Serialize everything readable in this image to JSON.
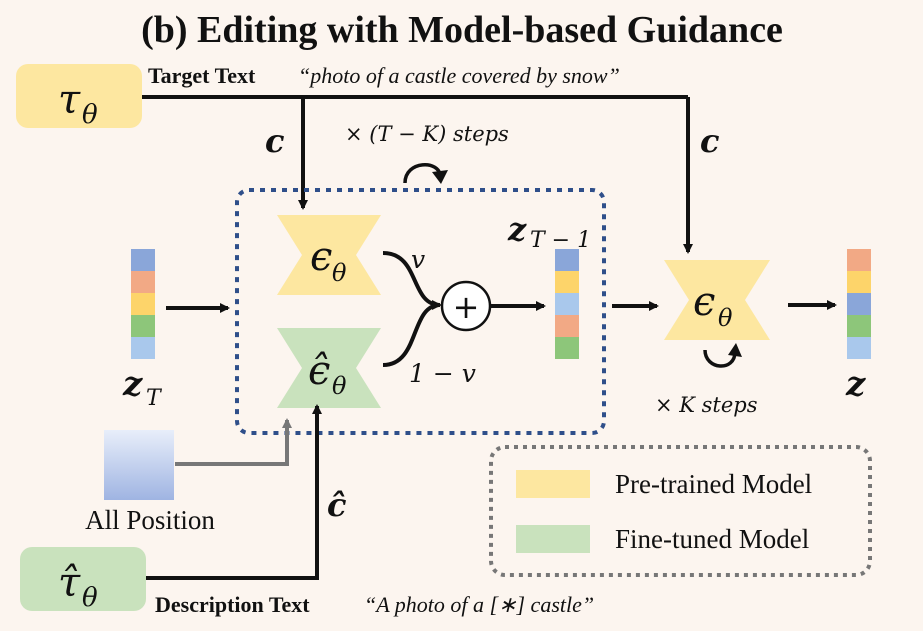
{
  "title": "(b) Editing with Model-based Guidance",
  "target": {
    "encoder_symbol": "τ",
    "encoder_subscript": "θ",
    "label": "Target Text",
    "prompt": "“photo of a castle covered by snow”",
    "condition_symbol": "c"
  },
  "description": {
    "encoder_symbol": "τ̂",
    "encoder_subscript": "θ",
    "label": "Description Text",
    "prompt": "“A photo of a [∗] castle”",
    "condition_symbol": "ĉ"
  },
  "loop_steps": "× (T − K) steps",
  "final_steps": "× K steps",
  "pretrained_unet": {
    "symbol": "ϵ",
    "subscript": "θ"
  },
  "finetuned_unet": {
    "symbol": "ϵ̂",
    "subscript": "θ"
  },
  "final_unet": {
    "symbol": "ϵ",
    "subscript": "θ"
  },
  "weight_top": "v",
  "weight_bottom": "1 − v",
  "sum_symbol": "+",
  "latent_start": {
    "symbol": "z",
    "subscript": "T"
  },
  "latent_mid": {
    "symbol": "z",
    "subscript": "T − 1"
  },
  "latent_end": {
    "symbol": "z"
  },
  "position_label": "All Position",
  "legend": {
    "items": [
      {
        "label": "Pre-trained Model",
        "color": "#fde7a0"
      },
      {
        "label": "Fine-tuned Model",
        "color": "#c9e2bd"
      }
    ]
  },
  "colors": {
    "pretrained": "#fde7a0",
    "finetuned": "#c9e2bd",
    "dashed_box": "#2f4f8a",
    "legend_border": "#777777",
    "cell_blue": "#8aa6d9",
    "cell_orange": "#f2a985",
    "cell_yellow": "#fdd46a",
    "cell_green": "#8dc67a",
    "cell_lightblue": "#a9c8ec"
  }
}
